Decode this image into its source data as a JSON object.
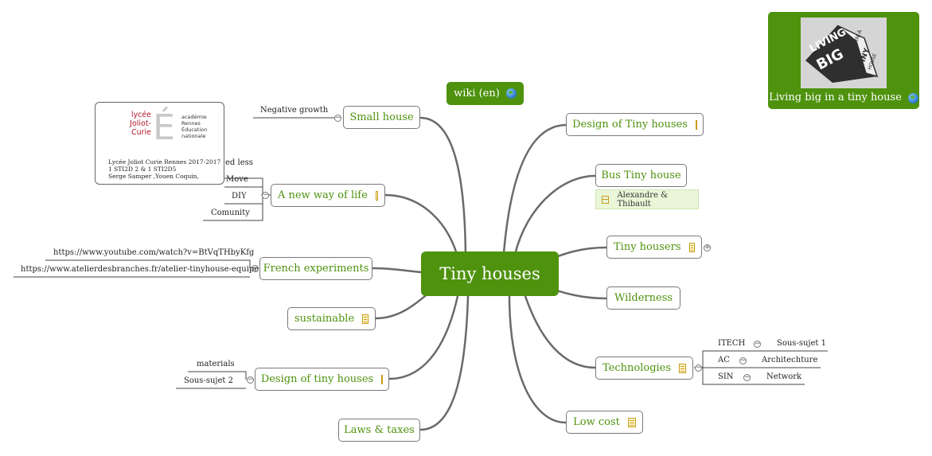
{
  "central_topic": "Tiny houses",
  "floating": {
    "wiki_label": "wiki (en)",
    "living_big_label": "Living big in a tiny house",
    "living_big_image_text": [
      "LIVING",
      "BIG",
      "IN A",
      "TINY",
      "HOUSE"
    ]
  },
  "left_topics": {
    "small_house": "Small house",
    "new_way": "A new way of life",
    "french_experiments": "French experiments",
    "sustainable": "sustainable",
    "design_tiny_lower": "Design of tiny houses",
    "laws_taxes": "Laws & taxes"
  },
  "right_topics": {
    "design_tiny_upper": "Design of Tiny houses",
    "bus": "Bus Tiny house",
    "tiny_housers": "Tiny housers",
    "wilderness": "Wilderness",
    "technologies": "Technologies",
    "low_cost": "Low cost"
  },
  "subtopics": {
    "negative_growth": "Negative growth",
    "need_less": "ed less",
    "move": "Move",
    "diy": "DIY",
    "comunity": "Comunity",
    "youtube": "https://www.youtube.com/watch?v=BtVqTHbyKfg",
    "atelier": "https://www.atelierdesbranches.fr/atelier-tinyhouse-equipe",
    "materials": "materials",
    "sous_sujet_2": "Sous-sujet 2",
    "itech": "ITECH",
    "sous_sujet_1": "Sous-sujet 1",
    "ac": "AC",
    "architechture": "Architechture",
    "sin": "SIN",
    "network": "Network"
  },
  "label_box": "Alexandre & Thibault",
  "callout": {
    "logo_lycee": [
      "lycée",
      "Joliot-Curie"
    ],
    "logo_letter": "É",
    "logo_academie": [
      "académie",
      "Rennes",
      "Éducation",
      "nationale"
    ],
    "lines": [
      "Lycée Joliot Curie Rennes 2017-2017",
      "1 STI2D 2 & 1 STI2D5",
      "Serge Samper ,Youen Coquin,"
    ]
  },
  "colors": {
    "accent": "#4e920e",
    "branch": "#666666",
    "note": "#c89b1c"
  }
}
